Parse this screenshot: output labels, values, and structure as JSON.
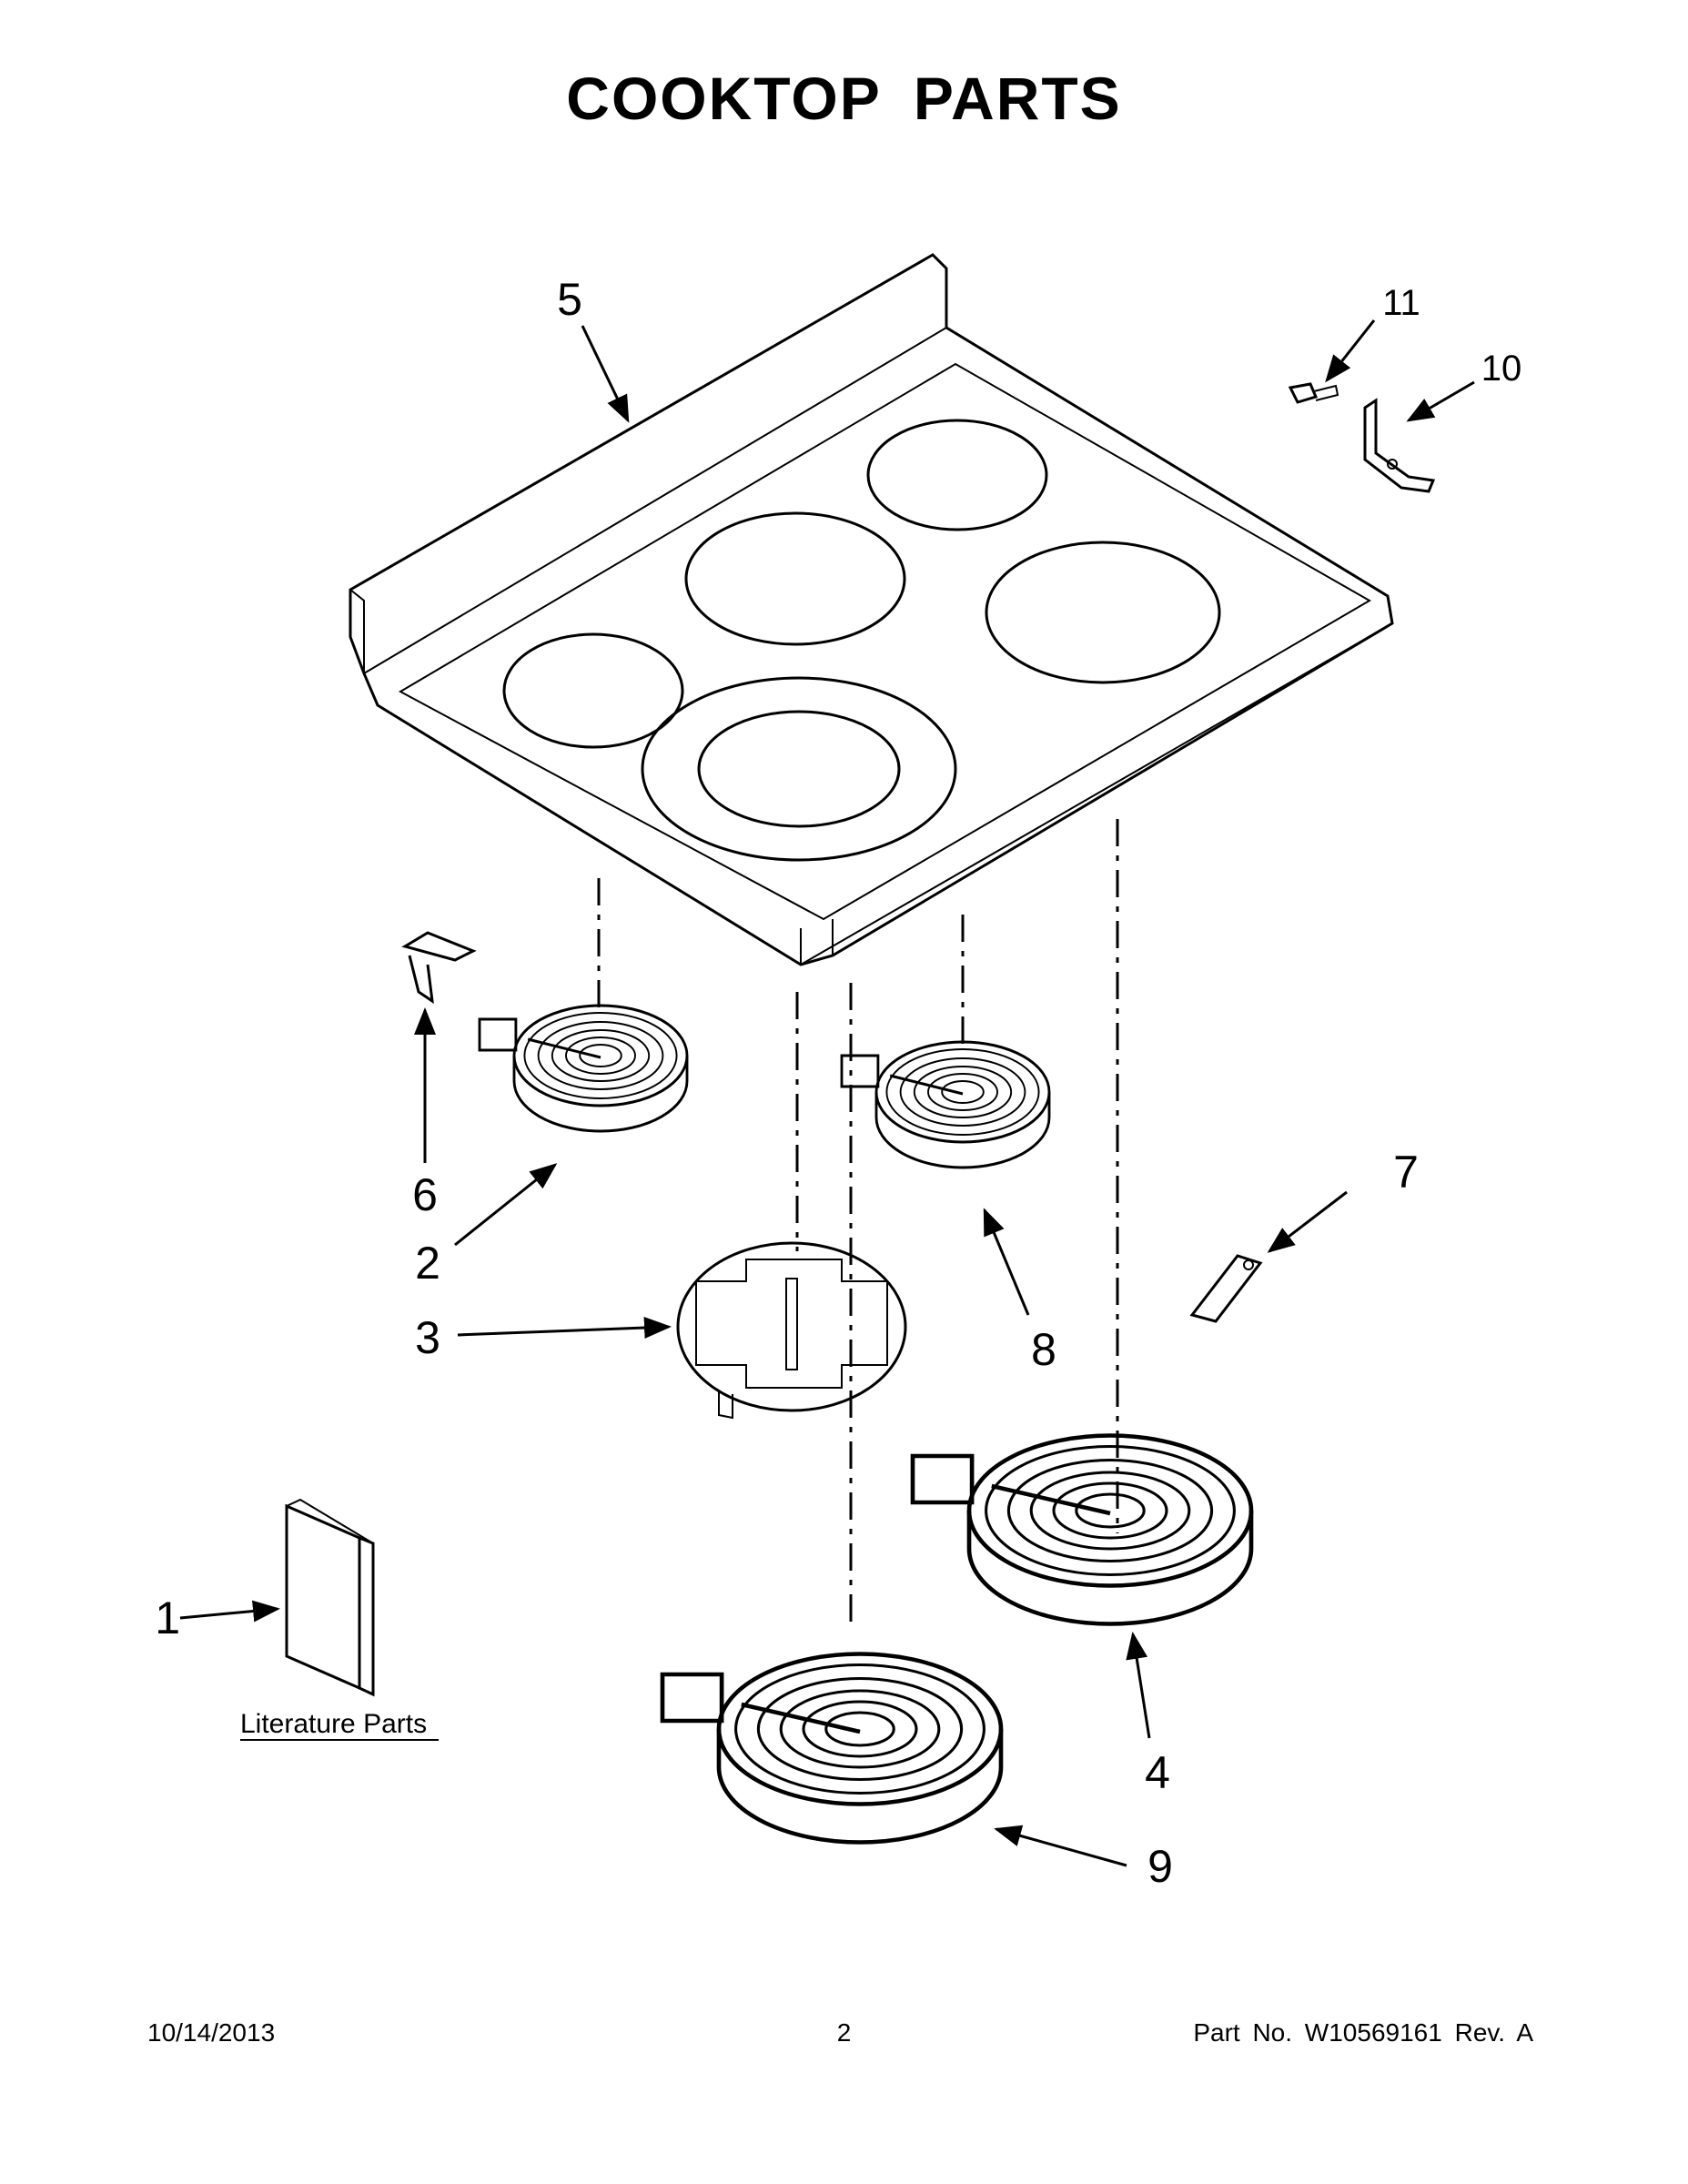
{
  "title": "COOKTOP PARTS",
  "callouts": [
    "1",
    "2",
    "3",
    "4",
    "5",
    "6",
    "7",
    "8",
    "9",
    "10",
    "11"
  ],
  "literature_label": "Literature Parts",
  "footer": {
    "date": "10/14/2013",
    "page": "2",
    "part_no": "Part No.  W10569161  Rev.  A"
  }
}
